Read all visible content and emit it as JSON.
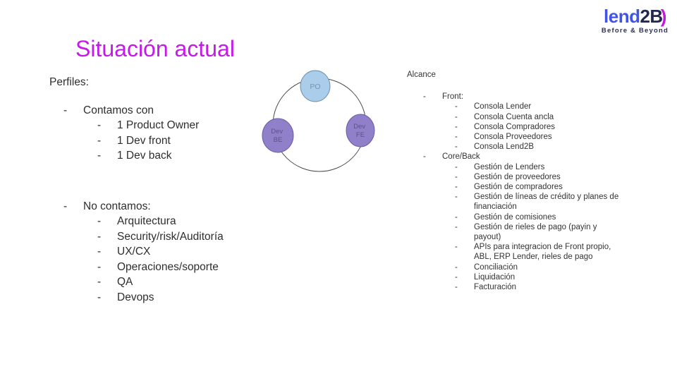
{
  "title": "Situación actual",
  "bullet": "-",
  "logo": {
    "lend": "lend",
    "twob": "2B",
    "bracket": ")",
    "tagline": "Before & Beyond"
  },
  "left": {
    "heading": "Perfiles:",
    "groups": [
      {
        "label": "Contamos con",
        "items": [
          "1 Product Owner",
          "1 Dev front",
          "1 Dev back"
        ]
      },
      {
        "label": "No contamos:",
        "items": [
          "Arquitectura",
          "Security/risk/Auditoría",
          "UX/CX",
          "Operaciones/soporte",
          "QA",
          "Devops"
        ]
      }
    ]
  },
  "diagram": {
    "nodes": [
      {
        "id": "po",
        "label": "PO",
        "fill": "#a9cdea"
      },
      {
        "id": "dev-fe",
        "line1": "Dev",
        "line2": "FE",
        "fill": "#8f80c9"
      },
      {
        "id": "dev-be",
        "line1": "Dev",
        "line2": "BE",
        "fill": "#8f80c9"
      }
    ]
  },
  "right": {
    "heading": "Alcance",
    "groups": [
      {
        "label": "Front:",
        "items": [
          "Consola Lender",
          "Consola Cuenta ancla",
          "Consola Compradores",
          "Consola Proveedores",
          "Consola Lend2B"
        ]
      },
      {
        "label": "Core/Back",
        "items": [
          "Gestión de Lenders",
          "Gestión de proveedores",
          "Gestión de compradores",
          "Gestión de líneas de crédito y planes de financiación",
          "Gestión de comisiones",
          "Gestión de rieles de pago (payin y payout)",
          "APIs para integracion de Front propio, ABL, ERP Lender, rieles de pago",
          "Conciliación",
          "Liquidación",
          "Facturación"
        ]
      }
    ]
  },
  "colors": {
    "title_magenta": "#c41ae9",
    "logo_blue": "#4254e8",
    "logo_navy": "#23284f",
    "logo_magenta": "#c21ad8",
    "body_text": "#2e2e2e",
    "node_blue_fill": "#a9cdea",
    "node_purple_fill": "#8f80c9",
    "ring_stroke": "#4a4a4a"
  }
}
